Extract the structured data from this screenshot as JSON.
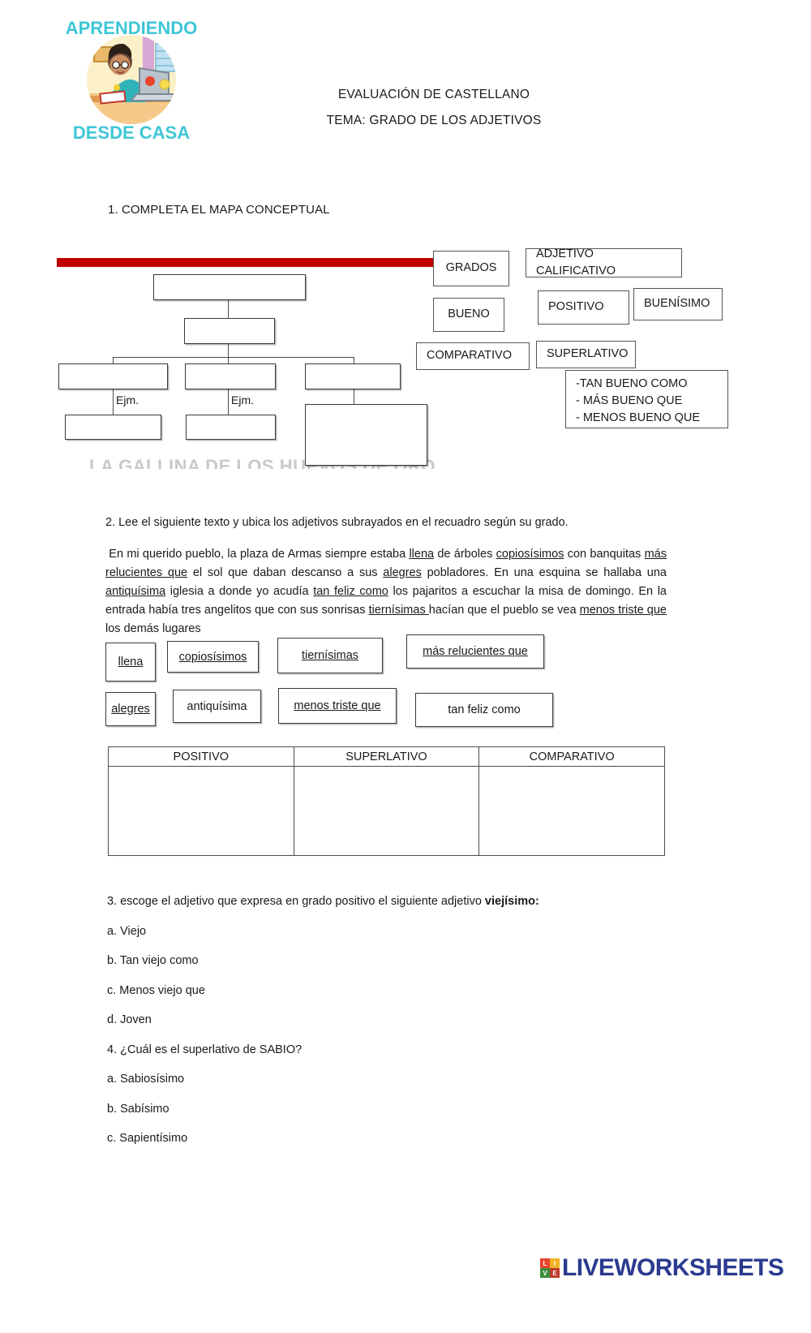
{
  "logo": {
    "top_text": "APRENDIENDO",
    "bottom_text": "DESDE CASA",
    "alt": "aprendiendo-desde-casa-logo"
  },
  "header": {
    "line1": "EVALUACIÓN DE CASTELLANO",
    "line2": "TEMA: GRADO DE LOS ADJETIVOS"
  },
  "exercise1": {
    "title": "1.  COMPLETA EL MAPA CONCEPTUAL",
    "ghost_title": "LA GALLINA DE LOS HUEVOS DE ORO",
    "red_bar_color": "#C00000",
    "example_label_1": "Ejm.",
    "example_label_2": "Ejm.",
    "labels": {
      "grados": "GRADOS",
      "adjetivo_calificativo": "ADJETIVO CALIFICATIVO",
      "bueno": "BUENO",
      "positivo": "POSITIVO",
      "buenisimo": "BUENÍSIMO",
      "comparativo": "COMPARATIVO",
      "superlativo": "SUPERLATIVO",
      "comparative_forms": "-TAN BUENO COMO\n- MÁS BUENO QUE\n- MENOS BUENO QUE"
    },
    "blank_boxes": [
      "",
      "",
      "",
      "",
      "",
      "",
      "",
      ""
    ]
  },
  "exercise2": {
    "title": "2. Lee el siguiente texto y ubica los adjetivos subrayados en el recuadro según su grado.",
    "paragraph": " En mi querido pueblo, la plaza de Armas siempre estaba llena de árboles copiosísimos con banquitas más relucientes que el sol que daban descanso a sus alegres pobladores. En una esquina se hallaba una antiquísima iglesia a donde yo acudía tan feliz como los pajaritos a escuchar la misa de domingo. En la entrada había tres angelitos que con sus sonrisas tiernísimas hacían que el pueblo se vea menos triste que los demás lugares",
    "underlined_words": [
      "llena",
      "copiosísimos",
      "más relucientes que",
      "alegres",
      "antiquísima",
      "tan feliz como",
      "tiernísimas",
      "menos triste que"
    ],
    "chips_row1": [
      "llena",
      "copiosísimos",
      "tiernísimas",
      "más relucientes que"
    ],
    "chips_row2": [
      "alegres",
      "antiquísima",
      "menos triste que",
      "tan feliz como"
    ],
    "table": {
      "headers": [
        "POSITIVO",
        "SUPERLATIVO",
        "COMPARATIVO"
      ],
      "rows": [
        [
          "",
          "",
          ""
        ]
      ]
    }
  },
  "exercise3": {
    "prompt_prefix": "3.  escoge el adjetivo que expresa en grado positivo el siguiente adjetivo ",
    "prompt_bold": "viejísimo:",
    "options": [
      "a. Viejo",
      "b. Tan viejo como",
      "c. Menos viejo que",
      "d. Joven"
    ]
  },
  "exercise4": {
    "prompt": "4. ¿Cuál es el superlativo de SABIO?",
    "options": [
      "a. Sabiosísimo",
      "b. Sabísimo",
      " c. Sapientísimo"
    ]
  },
  "footer": {
    "brand": "LIVEWORKSHEETS",
    "mark": [
      {
        "t": "LI",
        "c": "#e8452c"
      },
      {
        "t": "VE",
        "c": "#3c8f3c"
      }
    ],
    "mark_letters": [
      "L",
      "I",
      "V",
      "E"
    ],
    "brand_color": "#2b3a8f"
  }
}
